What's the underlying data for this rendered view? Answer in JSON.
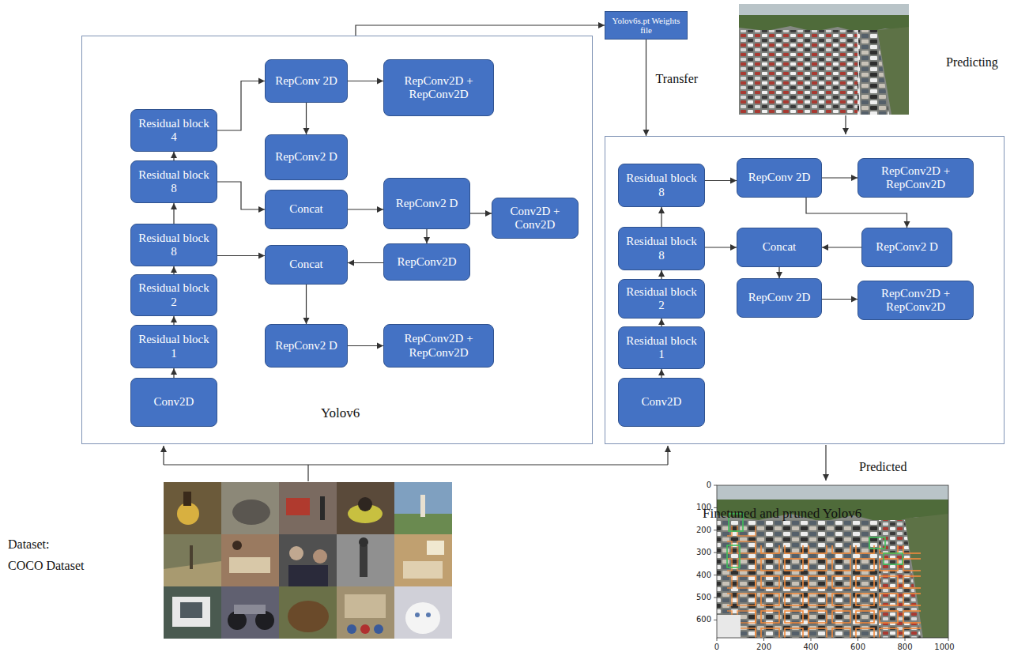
{
  "diagram": {
    "nodes": [
      {
        "text": [
          "Yolov6"
        ]
      },
      {
        "text": [
          "Conv2D"
        ],
        "in": 0
      },
      {
        "text": [
          "Residual block 1"
        ],
        "in": 0
      },
      {
        "text": [
          "Residual block 2"
        ],
        "in": 0
      },
      {
        "text": [
          "Residual block 8"
        ],
        "in": 0
      },
      {
        "text": [
          "Residual block 8"
        ],
        "in": 0
      },
      {
        "text": [
          "Residual block 4"
        ],
        "in": 0
      },
      {
        "text": [
          "RepConv 2D"
        ],
        "in": 0
      },
      {
        "text": [
          "RepConv2D + RepConv2D"
        ],
        "in": 0
      },
      {
        "text": [
          "RepConv2 D"
        ],
        "in": 0
      },
      {
        "text": [
          "Concat"
        ],
        "in": 0
      },
      {
        "text": [
          "RepConv2 D"
        ],
        "in": 0
      },
      {
        "text": [
          "Conv2D + Conv2D"
        ],
        "in": 0
      },
      {
        "text": [
          "RepConv2D"
        ],
        "in": 0
      },
      {
        "text": [
          "Concat"
        ],
        "in": 0
      },
      {
        "text": [
          "RepConv2 D"
        ],
        "in": 0
      },
      {
        "text": [
          "RepConv2D + RepConv2D"
        ],
        "in": 0
      },
      {
        "text": [
          "Yolov6s.pt Weights file"
        ]
      },
      {
        "text": [
          "Finetuned and pruned Yolov6"
        ]
      },
      {
        "text": [
          "Conv2D"
        ],
        "in": 18
      },
      {
        "text": [
          "Residual block 1"
        ],
        "in": 18
      },
      {
        "text": [
          "Residual block 2"
        ],
        "in": 18
      },
      {
        "text": [
          "Residual block 8"
        ],
        "in": 18
      },
      {
        "text": [
          "Residual block 8"
        ],
        "in": 18
      },
      {
        "text": [
          "RepConv 2D"
        ],
        "in": 18
      },
      {
        "text": [
          "RepConv2D + RepConv2D"
        ],
        "in": 18
      },
      {
        "text": [
          "Concat"
        ],
        "in": 18
      },
      {
        "text": [
          "RepConv2 D"
        ],
        "in": 18
      },
      {
        "text": [
          "RepConv 2D"
        ],
        "in": 18
      },
      {
        "text": [
          "RepConv2D + RepConv2D"
        ],
        "in": 18
      }
    ],
    "edges": [
      {
        "from": 1,
        "to": 2,
        "arrow": "to"
      },
      {
        "from": 2,
        "to": 3,
        "arrow": "to"
      },
      {
        "from": 3,
        "to": 4,
        "arrow": "to"
      },
      {
        "from": 4,
        "to": 5,
        "arrow": "to"
      },
      {
        "from": 5,
        "to": 6,
        "arrow": "to"
      },
      {
        "from": 6,
        "to": 7,
        "arrow": "to"
      },
      {
        "from": 7,
        "to": 8,
        "arrow": "to"
      },
      {
        "from": 7,
        "to": 9,
        "arrow": "to"
      },
      {
        "from": 5,
        "to": 10,
        "arrow": "to"
      },
      {
        "from": 10,
        "to": 11,
        "arrow": "to"
      },
      {
        "from": 11,
        "to": 12,
        "arrow": "to"
      },
      {
        "from": 11,
        "to": 13,
        "arrow": "to"
      },
      {
        "from": 4,
        "to": 14,
        "arrow": "to"
      },
      {
        "from": 13,
        "to": 14,
        "arrow": "to"
      },
      {
        "from": 14,
        "to": 15,
        "arrow": "to"
      },
      {
        "from": 15,
        "to": 16,
        "arrow": "to"
      },
      {
        "from": 0,
        "to": 17,
        "arrow": "to"
      },
      {
        "from": 17,
        "to": 18,
        "arrow": "to",
        "label": "Transfer"
      },
      {
        "from": 19,
        "to": 20,
        "arrow": "to"
      },
      {
        "from": 20,
        "to": 21,
        "arrow": "to"
      },
      {
        "from": 21,
        "to": 22,
        "arrow": "to"
      },
      {
        "from": 22,
        "to": 23,
        "arrow": "to"
      },
      {
        "from": 23,
        "to": 24,
        "arrow": "to"
      },
      {
        "from": 24,
        "to": 25,
        "arrow": "to"
      },
      {
        "from": 24,
        "to": 27,
        "arrow": "to"
      },
      {
        "from": 22,
        "to": 26,
        "arrow": "to"
      },
      {
        "from": 27,
        "to": 26,
        "arrow": "to"
      },
      {
        "from": 26,
        "to": 28,
        "arrow": "to"
      },
      {
        "from": 28,
        "to": 29,
        "arrow": "to"
      }
    ],
    "labels": [
      "Predicting",
      "Predicted",
      "Dataset:",
      "COCO Dataset",
      "0",
      "100",
      "200",
      "300",
      "400",
      "500",
      "600",
      "0",
      "200",
      "400",
      "600",
      "800",
      "1000"
    ]
  }
}
